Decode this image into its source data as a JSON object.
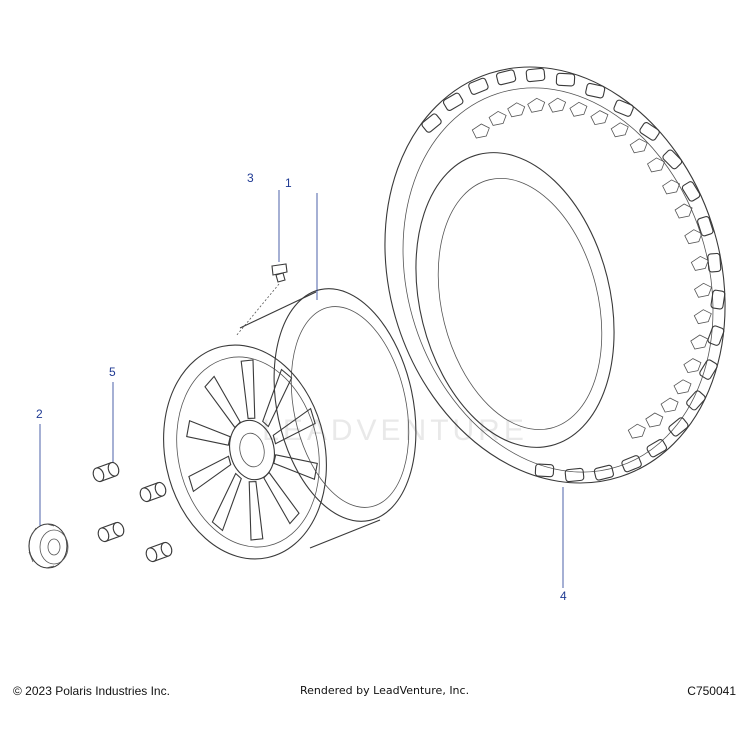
{
  "callouts": [
    {
      "label": "1",
      "part": "wheel"
    },
    {
      "label": "2",
      "part": "center-cap"
    },
    {
      "label": "3",
      "part": "valve-stem"
    },
    {
      "label": "4",
      "part": "tire"
    },
    {
      "label": "5",
      "part": "lug-nut"
    }
  ],
  "footer": {
    "copyright": "© 2023 Polaris Industries Inc.",
    "rendered_by": "Rendered by LeadVenture, Inc.",
    "figure_code": "C750041"
  },
  "watermark": "LEADVENTURE",
  "colors": {
    "callout": "#1f3a93",
    "line": "#3a3a3a"
  }
}
